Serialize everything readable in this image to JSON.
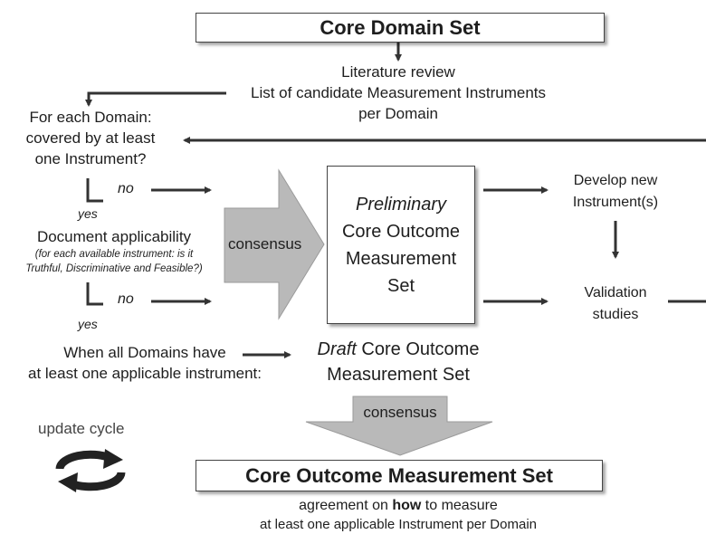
{
  "core_domain_set": "Core Domain Set",
  "literature": {
    "line1": "Literature review",
    "line2": "List of candidate Measurement Instruments",
    "line3": "per Domain"
  },
  "domain_check": {
    "line1": "For each Domain:",
    "line2": "covered by at least",
    "line3": "one Instrument?"
  },
  "no_label_1": "no",
  "yes_label_1": "yes",
  "document": {
    "title": "Document applicability",
    "note_line1": "(for each available instrument: is it",
    "note_line2": "Truthful, Discriminative and Feasible?)"
  },
  "no_label_2": "no",
  "yes_label_2": "yes",
  "consensus_1": "consensus",
  "preliminary": {
    "line1_italic": "Preliminary",
    "line2": "Core Outcome",
    "line3": "Measurement",
    "line4": "Set"
  },
  "develop": {
    "line1": "Develop new",
    "line2": "Instrument(s)"
  },
  "validation": {
    "line1": "Validation",
    "line2": "studies"
  },
  "all_domains": {
    "line1": "When all Domains have",
    "line2": "at least one applicable instrument:"
  },
  "draft": {
    "italic": "Draft",
    "rest": " Core Outcome",
    "line2": "Measurement Set"
  },
  "consensus_2": "consensus",
  "update_cycle": "update cycle",
  "core_outcome_set": "Core Outcome Measurement Set",
  "agreement": {
    "prefix": "agreement on ",
    "bold": "how",
    "suffix": " to measure",
    "line2": "at least one applicable Instrument per Domain"
  }
}
